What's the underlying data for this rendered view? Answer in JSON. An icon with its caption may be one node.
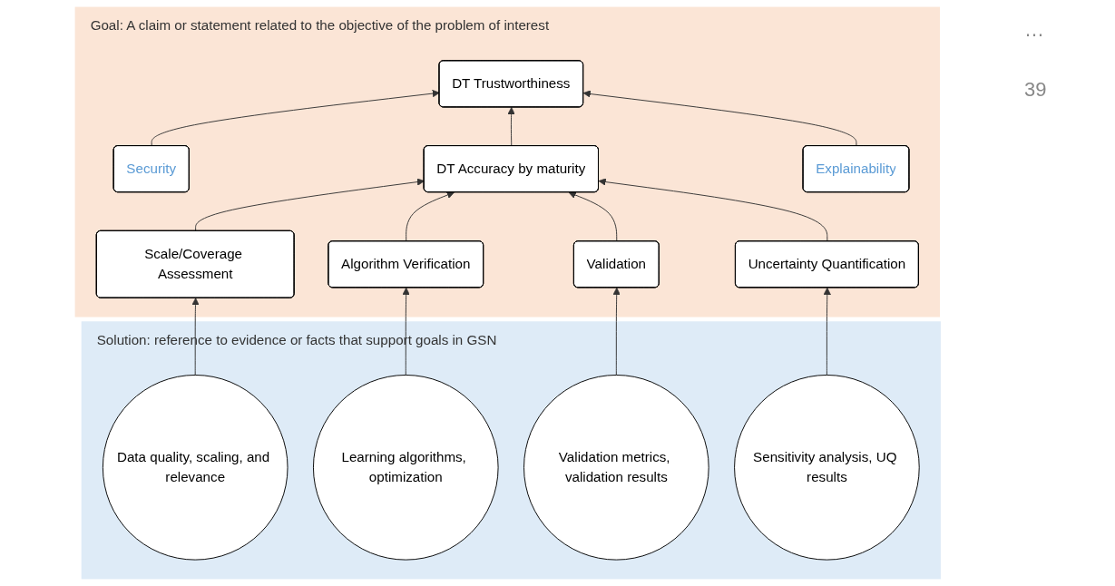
{
  "diagram": {
    "nodes": [
      {
        "text": [
          "Goal: A claim or statement related to the objective of the problem of interest"
        ]
      },
      {
        "text": [
          "DT Trustworthiness"
        ],
        "in": 0
      },
      {
        "text": [
          "Security"
        ],
        "in": 0
      },
      {
        "text": [
          "DT Accuracy by maturity"
        ],
        "in": 0
      },
      {
        "text": [
          "Explainability"
        ],
        "in": 0
      },
      {
        "text": [
          "Scale/Coverage Assessment"
        ],
        "in": 0
      },
      {
        "text": [
          "Algorithm Verification"
        ],
        "in": 0
      },
      {
        "text": [
          "Validation"
        ],
        "in": 0
      },
      {
        "text": [
          "Uncertainty Quantification"
        ],
        "in": 0
      },
      {
        "text": [
          "Solution: reference to evidence or facts that support goals in GSN"
        ]
      },
      {
        "text": [
          "Data quality, scaling, and relevance"
        ],
        "in": 9
      },
      {
        "text": [
          "Learning algorithms, optimization"
        ],
        "in": 9
      },
      {
        "text": [
          "Validation metrics, validation results"
        ],
        "in": 9
      },
      {
        "text": [
          "Sensitivity analysis, UQ results"
        ],
        "in": 9
      }
    ],
    "edges": [
      {
        "from": 2,
        "to": 1,
        "arrow": "to"
      },
      {
        "from": 3,
        "to": 1,
        "arrow": "to"
      },
      {
        "from": 4,
        "to": 1,
        "arrow": "to"
      },
      {
        "from": 5,
        "to": 3,
        "arrow": "to"
      },
      {
        "from": 6,
        "to": 3,
        "arrow": "to"
      },
      {
        "from": 7,
        "to": 3,
        "arrow": "to"
      },
      {
        "from": 8,
        "to": 3,
        "arrow": "to"
      },
      {
        "from": 10,
        "to": 5,
        "arrow": "to"
      },
      {
        "from": 11,
        "to": 6,
        "arrow": "to"
      },
      {
        "from": 12,
        "to": 7,
        "arrow": "to"
      },
      {
        "from": 13,
        "to": 8,
        "arrow": "to"
      }
    ],
    "labels": [
      "…",
      "39"
    ]
  }
}
